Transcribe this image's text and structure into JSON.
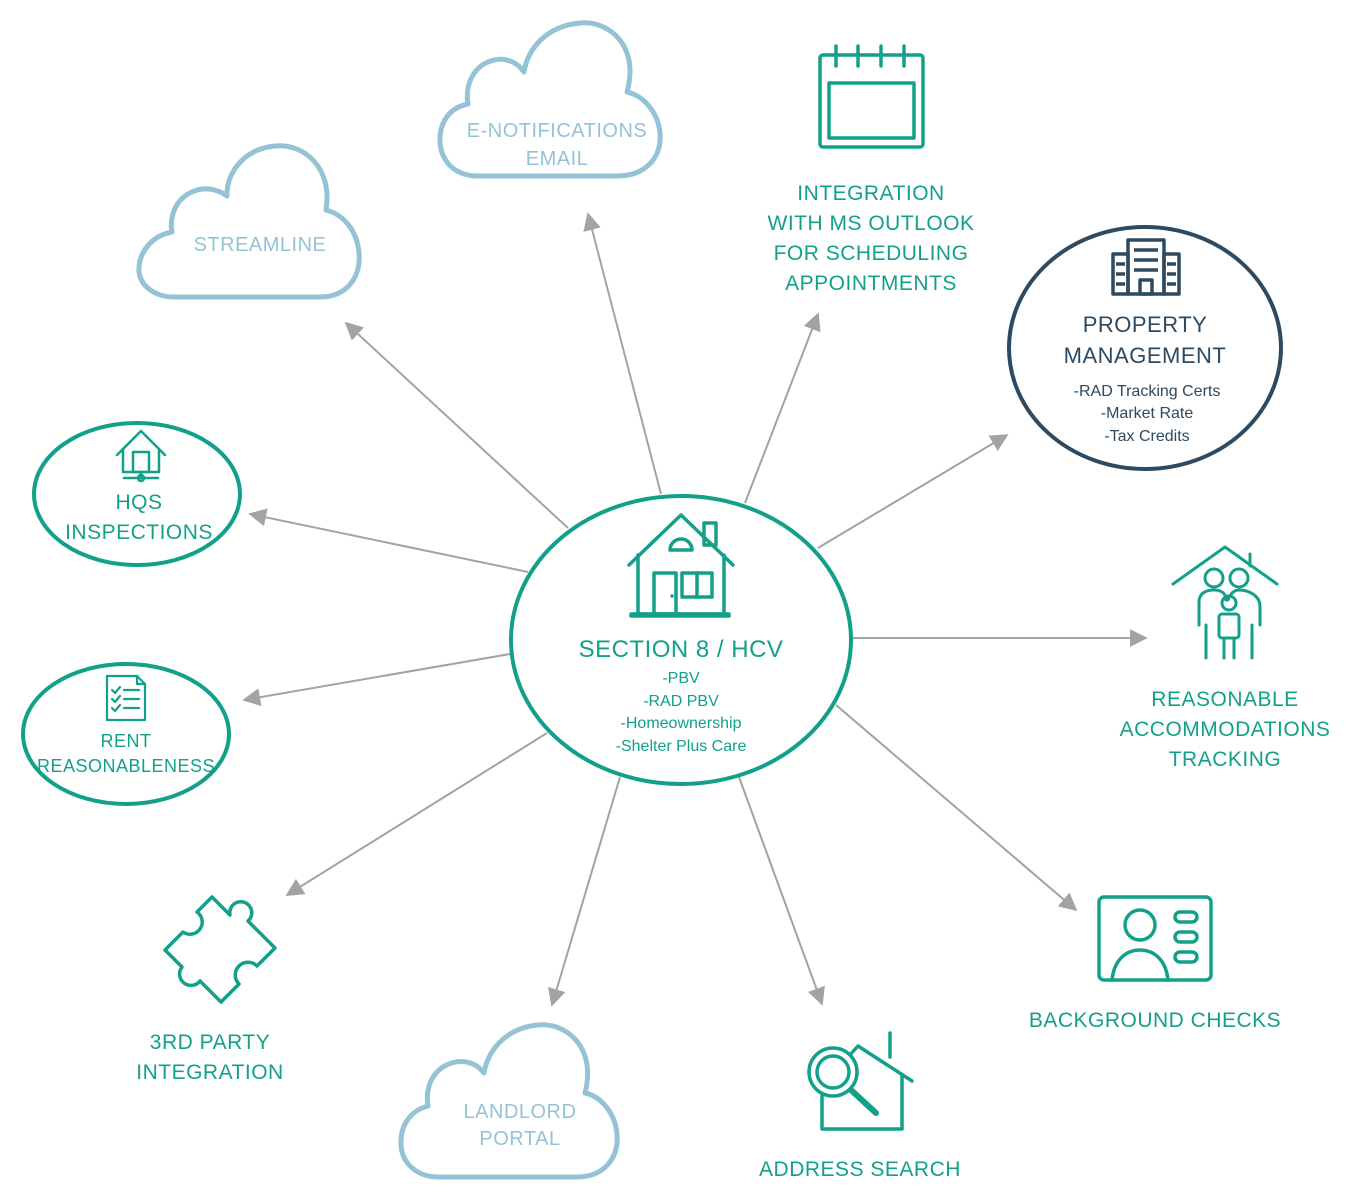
{
  "colors": {
    "teal": "#13a08a",
    "light_blue": "#95c3d6",
    "navy": "#2d4a60",
    "arrow": "#a3a3a3"
  },
  "center": {
    "title": "SECTION 8 / HCV",
    "items": [
      "-PBV",
      "-RAD PBV",
      "-Homeownership",
      "-Shelter Plus Care"
    ],
    "icon": "house-icon"
  },
  "nodes": {
    "e_notifications": {
      "lines": [
        "E-NOTIFICATIONS",
        "EMAIL"
      ],
      "icon": "cloud-icon"
    },
    "streamline": {
      "lines": [
        "STREAMLINE"
      ],
      "icon": "cloud-icon"
    },
    "outlook": {
      "lines": [
        "INTEGRATION",
        "WITH MS OUTLOOK",
        "FOR SCHEDULING",
        "APPOINTMENTS"
      ],
      "icon": "calendar-icon"
    },
    "property": {
      "lines": [
        "PROPERTY",
        "MANAGEMENT"
      ],
      "items": [
        "-RAD Tracking Certs",
        "-Market Rate",
        "-Tax Credits"
      ],
      "icon": "building-icon"
    },
    "hqs": {
      "lines": [
        "HQS",
        "INSPECTIONS"
      ],
      "icon": "home-inspection-icon"
    },
    "reasonable": {
      "lines": [
        "REASONABLE",
        "ACCOMMODATIONS",
        "TRACKING"
      ],
      "icon": "family-home-icon"
    },
    "rent": {
      "lines": [
        "RENT",
        "REASONABLENESS"
      ],
      "icon": "checklist-icon"
    },
    "background": {
      "lines": [
        "BACKGROUND CHECKS"
      ],
      "icon": "id-card-icon"
    },
    "third_party": {
      "lines": [
        "3RD PARTY",
        "INTEGRATION"
      ],
      "icon": "puzzle-icon"
    },
    "landlord": {
      "lines": [
        "LANDLORD",
        "PORTAL"
      ],
      "icon": "cloud-icon"
    },
    "address": {
      "lines": [
        "ADDRESS SEARCH"
      ],
      "icon": "house-search-icon"
    }
  }
}
